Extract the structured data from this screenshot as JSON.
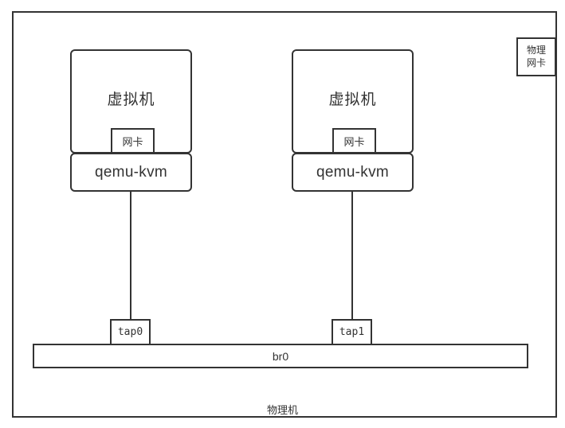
{
  "diagram": {
    "title_label": "物理机",
    "host": {
      "label": "物理机"
    },
    "physical_nic": {
      "line1": "物理",
      "line2": "网卡"
    },
    "bridge": {
      "label": "br0"
    },
    "vms": [
      {
        "vm_label": "虚拟机",
        "nic_label": "网卡",
        "hypervisor_label": "qemu-kvm",
        "tap_label": "tap0"
      },
      {
        "vm_label": "虚拟机",
        "nic_label": "网卡",
        "hypervisor_label": "qemu-kvm",
        "tap_label": "tap1"
      }
    ],
    "colors": {
      "stroke": "#333333",
      "background": "#ffffff",
      "text": "#333333"
    }
  }
}
